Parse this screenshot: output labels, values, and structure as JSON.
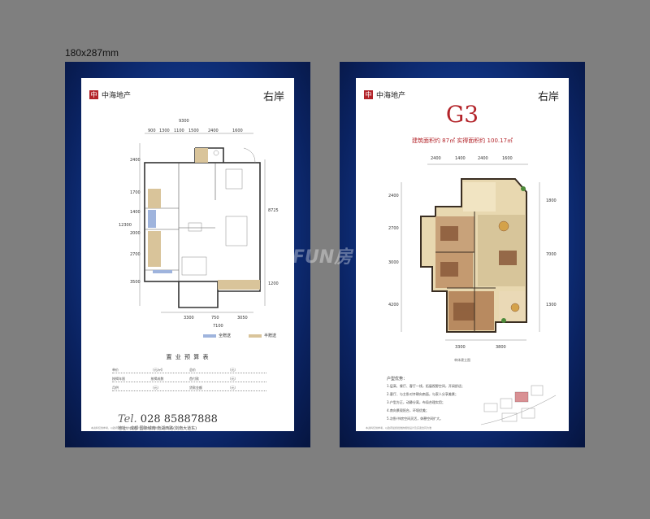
{
  "canvas_label": "180x287mm",
  "left": {
    "logo_mark": "中",
    "logo_text": "中海地产",
    "brand": "右岸",
    "top_total": "9300",
    "top_dims": [
      "900",
      "1300",
      "1100",
      "1500",
      "2400",
      "1600"
    ],
    "left_dims": [
      "2400",
      "1700",
      "1400",
      "2000",
      "2700",
      "3500"
    ],
    "left_total": "12300",
    "right_dims": [
      "8725",
      "1200"
    ],
    "bottom_dims": [
      "3300",
      "750",
      "3050"
    ],
    "bottom_total": "7100",
    "legend_full": "全赠送",
    "legend_half": "半赠送",
    "table_title": "置 业 预 算 表",
    "table_rows": [
      [
        "单价",
        "（元/㎡）",
        "总价",
        "（元）"
      ],
      [
        "按揭年限",
        "按揭成数",
        "首付款",
        "（元）"
      ],
      [
        "月供",
        "（元）",
        "贷款金额",
        "（元）"
      ]
    ],
    "tel_prefix": "Tel.",
    "tel_number": "028 85887888",
    "address": "地址：成都 国际城南 南湖西路(剑南大道东)",
    "footnote": "本资料仅供参考，以政府最终批准的规划设计及买卖合同为准"
  },
  "right": {
    "logo_mark": "中",
    "logo_text": "中海地产",
    "brand": "右岸",
    "unit_name": "G3",
    "area_text": "建筑面积约 87㎡ 实得面积约 100.17㎡",
    "top_dims": [
      "2400",
      "1400",
      "2400",
      "1600"
    ],
    "left_dims": [
      "2400",
      "2700",
      "3000",
      "4200"
    ],
    "right_dims": [
      "1800",
      "7000",
      "1300"
    ],
    "bottom_dims": [
      "3300",
      "3800"
    ],
    "caption": "单体建立图",
    "features_title": "户型优势：",
    "features": [
      "1.层高、餐厅、客厅一线，拓展视野空间，开阔舒适；",
      "2.客厅、与主卧对齐朝向南面，与家人分享美景；",
      "3.户型方正，动静分离，布局合理实用；",
      "4.南向景观阳台，环境优美；",
      "5.次卧/书房空间灵活，休憩空间扩大。"
    ],
    "footnote": "本资料仅供参考，以政府最终批准的规划设计及买卖合同为准"
  },
  "watermark": "FUN房",
  "colors": {
    "accent_red": "#b3242a",
    "panel_blue": "#133a8f",
    "legend_blue": "#9fb4dd",
    "legend_tan": "#d9c49a"
  }
}
